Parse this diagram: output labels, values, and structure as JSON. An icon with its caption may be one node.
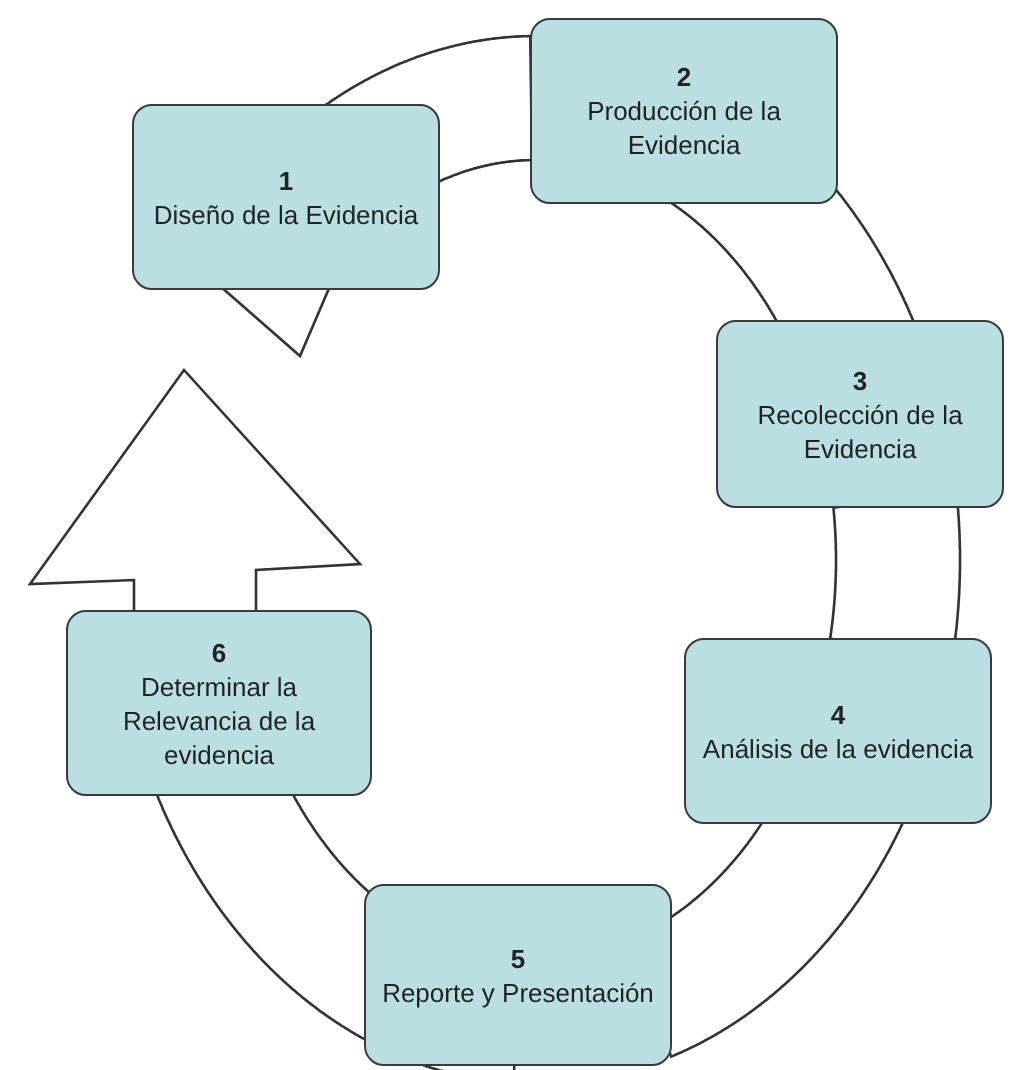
{
  "diagram": {
    "nodes": [
      {
        "text": [
          "1",
          "Diseño de la Evidencia"
        ]
      },
      {
        "text": [
          "2",
          "Producción de la Evidencia"
        ]
      },
      {
        "text": [
          "3",
          "Recolección de la Evidencia"
        ]
      },
      {
        "text": [
          "4",
          "Análisis de la evidencia"
        ]
      },
      {
        "text": [
          "5",
          "Reporte y Presentación"
        ]
      },
      {
        "text": [
          "6",
          "Determinar la Relevancia de la evidencia"
        ]
      }
    ],
    "edges": [
      {
        "from": 0,
        "to": 1,
        "arrow": "none"
      },
      {
        "from": 1,
        "to": 2,
        "arrow": "none"
      },
      {
        "from": 2,
        "to": 3,
        "arrow": "none"
      },
      {
        "from": 3,
        "to": 4,
        "arrow": "none"
      },
      {
        "from": 4,
        "to": 5,
        "arrow": "none"
      },
      {
        "from": 5,
        "to": 0,
        "arrow": "to"
      }
    ]
  }
}
